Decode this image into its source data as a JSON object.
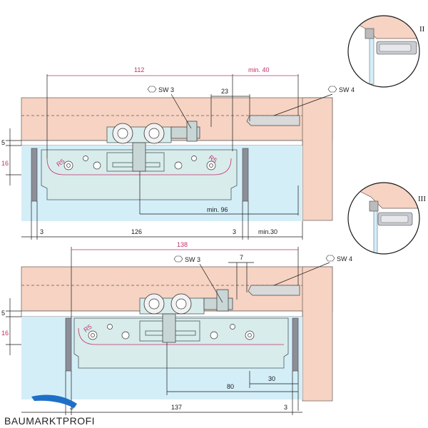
{
  "top": {
    "dim_112": "112",
    "dim_min40": "min. 40",
    "dim_23": "23",
    "sw3": "SW 3",
    "sw4": "SW 4",
    "dim_5": "5",
    "dim_16": "16",
    "r5_left": "R5",
    "r5_right": "R5",
    "dim_min96": "min. 96",
    "dim_3_left": "3",
    "dim_126": "126",
    "dim_3_right": "3",
    "dim_min30": "min.30"
  },
  "bottom": {
    "dim_138": "138",
    "sw3": "SW 3",
    "dim_7": "7",
    "sw4": "SW 4",
    "dim_5": "5",
    "dim_16": "16",
    "r5": "R5",
    "dim_30": "30",
    "dim_80": "80",
    "dim_3_left": "3",
    "dim_137": "137",
    "dim_3_right": "3"
  },
  "detail_labels": {
    "upper": "II",
    "lower": "III"
  },
  "brand": "BAUMARKTPROFI",
  "colors": {
    "wood": "#f6d3c3",
    "glass": "#d4eef8",
    "red_dim": "#c0306a",
    "plate": "#d8ecec"
  }
}
